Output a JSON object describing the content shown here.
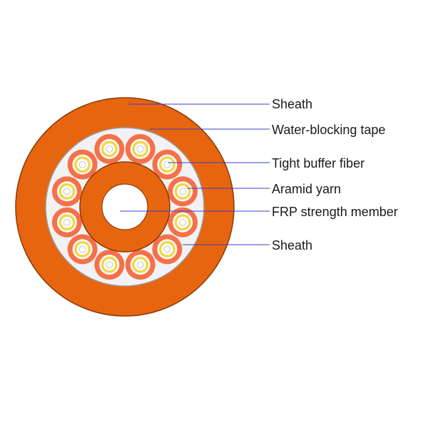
{
  "labels": {
    "outer_sheath": "Sheath",
    "water_blocking_tape": "Water-blocking tape",
    "tight_buffer_fiber": "Tight buffer fiber",
    "aramid_yarn": "Aramid yarn",
    "frp_strength_member": "FRP strength member",
    "inner_sheath": "Sheath"
  },
  "colors": {
    "sheath": "#e8650f",
    "sheath_outline": "#8a3a05",
    "tape": "#f2f2f4",
    "tape_outline": "#9a9aa0",
    "fiber_buffer": "#f4714a",
    "fiber_yellow": "#f2d64a",
    "fiber_core": "#ffffff",
    "frp_core": "#ffffff",
    "leader_line": "#3c3cc8"
  },
  "fiber_count": 12
}
